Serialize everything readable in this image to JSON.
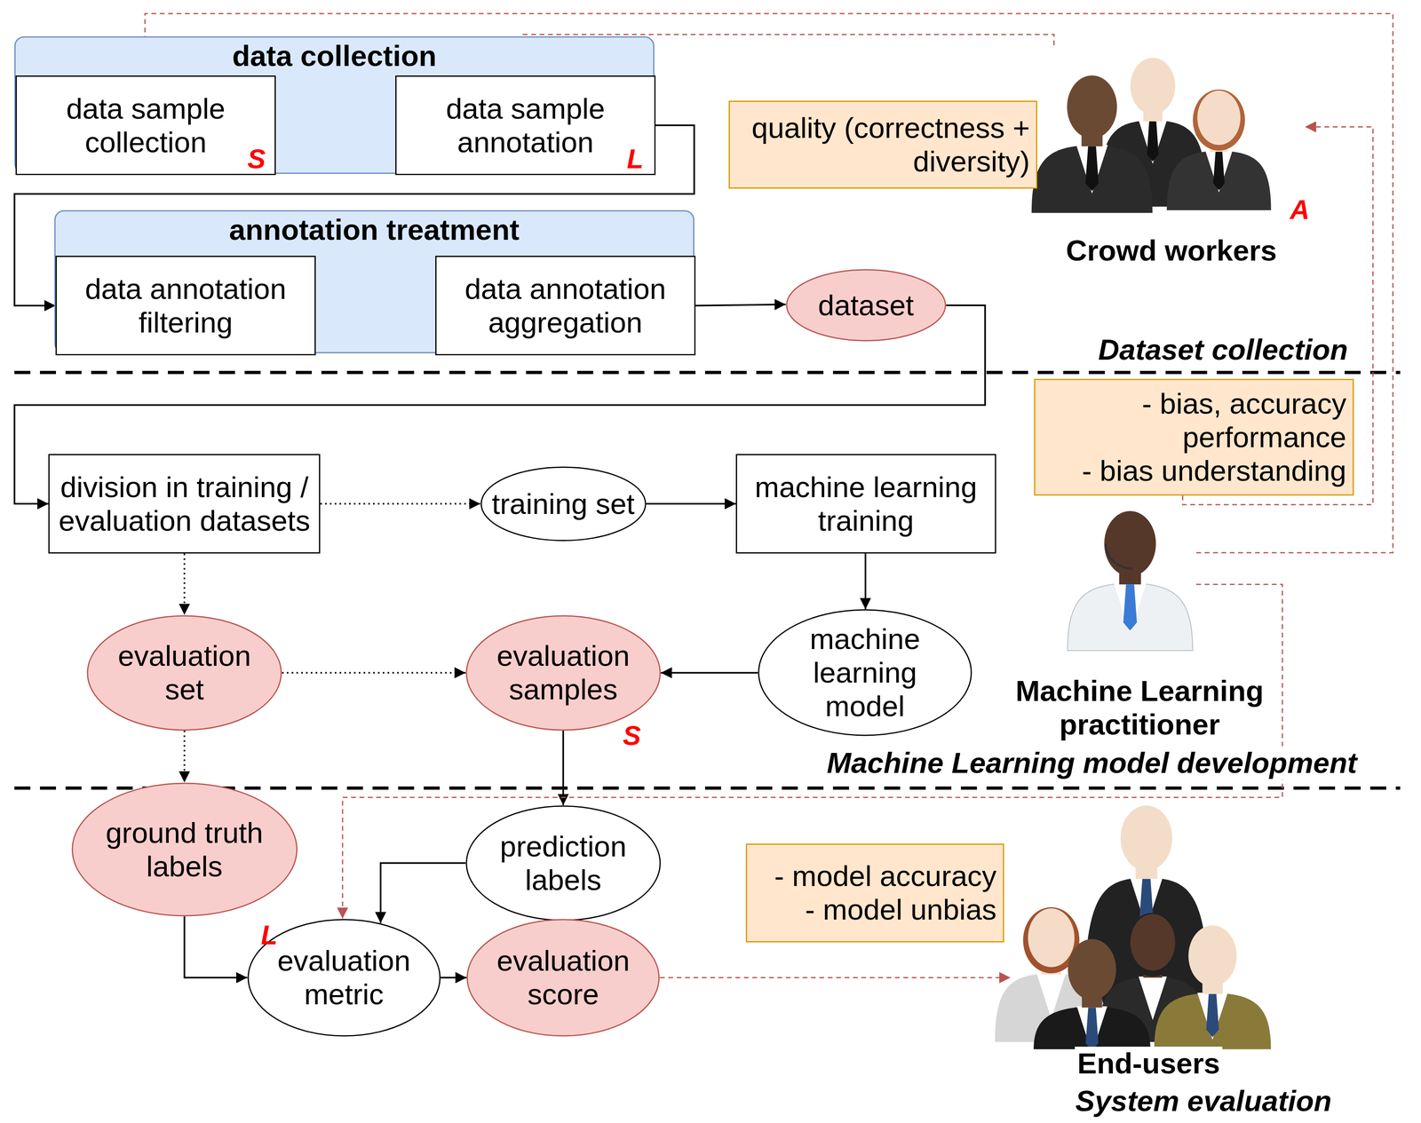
{
  "diagram": {
    "nodes": [
      {
        "text": [
          "data collection"
        ]
      },
      {
        "text": [
          "data sample collection",
          "S"
        ],
        "in": 0
      },
      {
        "text": [
          "data sample annotation",
          "L"
        ],
        "in": 0
      },
      {
        "text": [
          "annotation treatment"
        ]
      },
      {
        "text": [
          "data annotation filtering"
        ],
        "in": 3
      },
      {
        "text": [
          "data annotation aggregation"
        ],
        "in": 3
      },
      {
        "text": [
          "dataset"
        ]
      },
      {
        "text": [
          "quality (correctness + diversity)"
        ]
      },
      {
        "text": [
          "Crowd workers",
          "A"
        ]
      },
      {
        "text": [
          "division in training / evaluation datasets"
        ]
      },
      {
        "text": [
          "training set"
        ]
      },
      {
        "text": [
          "machine learning training"
        ]
      },
      {
        "text": [
          "- bias, accuracy performance",
          "- bias understanding"
        ]
      },
      {
        "text": [
          "machine learning model"
        ]
      },
      {
        "text": [
          "Machine Learning practitioner"
        ]
      },
      {
        "text": [
          "evaluation set"
        ]
      },
      {
        "text": [
          "evaluation samples",
          "S"
        ]
      },
      {
        "text": [
          "ground truth labels",
          "L"
        ]
      },
      {
        "text": [
          "prediction labels"
        ]
      },
      {
        "text": [
          "- model accuracy",
          "- model unbias"
        ]
      },
      {
        "text": [
          "evaluation metric"
        ]
      },
      {
        "text": [
          "evaluation score"
        ]
      },
      {
        "text": [
          "End-users"
        ]
      }
    ],
    "edges": [
      {
        "from": 1,
        "to": 2,
        "arrow": "to"
      },
      {
        "from": 2,
        "to": 4,
        "arrow": "to"
      },
      {
        "from": 4,
        "to": 5,
        "arrow": "to"
      },
      {
        "from": 5,
        "to": 6,
        "arrow": "to"
      },
      {
        "from": 6,
        "to": 9,
        "arrow": "to"
      },
      {
        "from": 9,
        "to": 10,
        "arrow": "to"
      },
      {
        "from": 10,
        "to": 11,
        "arrow": "to"
      },
      {
        "from": 11,
        "to": 13,
        "arrow": "to"
      },
      {
        "from": 13,
        "to": 16,
        "arrow": "to"
      },
      {
        "from": 9,
        "to": 15,
        "arrow": "to"
      },
      {
        "from": 15,
        "to": 16,
        "arrow": "to"
      },
      {
        "from": 15,
        "to": 17,
        "arrow": "to"
      },
      {
        "from": 16,
        "to": 18,
        "arrow": "to"
      },
      {
        "from": 18,
        "to": 20,
        "arrow": "to"
      },
      {
        "from": 17,
        "to": 20,
        "arrow": "to"
      },
      {
        "from": 20,
        "to": 21,
        "arrow": "to"
      },
      {
        "from": 21,
        "to": 22,
        "arrow": "to"
      },
      {
        "from": 14,
        "to": 1,
        "arrow": "to"
      },
      {
        "from": 8,
        "to": 2,
        "arrow": "to"
      },
      {
        "from": 12,
        "to": 8,
        "arrow": "to"
      },
      {
        "from": 14,
        "to": 20,
        "arrow": "to"
      }
    ],
    "labels": [
      "Dataset collection",
      "Machine Learning model development",
      "System evaluation"
    ]
  }
}
